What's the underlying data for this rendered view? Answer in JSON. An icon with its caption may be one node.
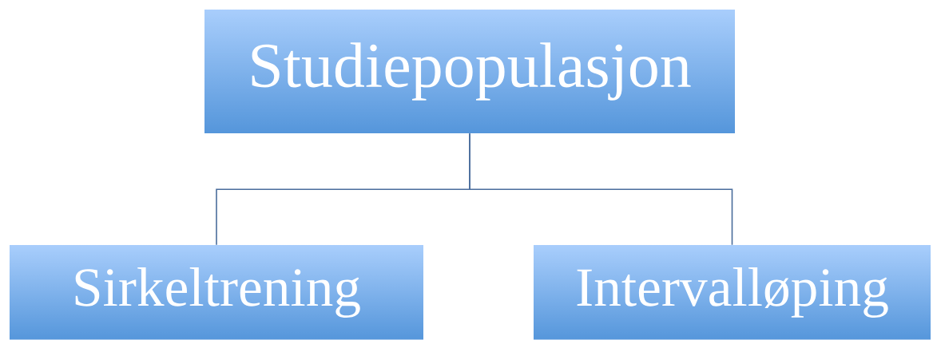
{
  "diagram": {
    "nodes": [
      {
        "text": [
          "Studiepopulasjon"
        ]
      },
      {
        "text": [
          "Sirkeltrening"
        ]
      },
      {
        "text": [
          "Intervalløping"
        ]
      }
    ],
    "edges": [
      {
        "from": 0,
        "to": 1,
        "arrow": "none"
      },
      {
        "from": 0,
        "to": 2,
        "arrow": "none"
      }
    ]
  }
}
